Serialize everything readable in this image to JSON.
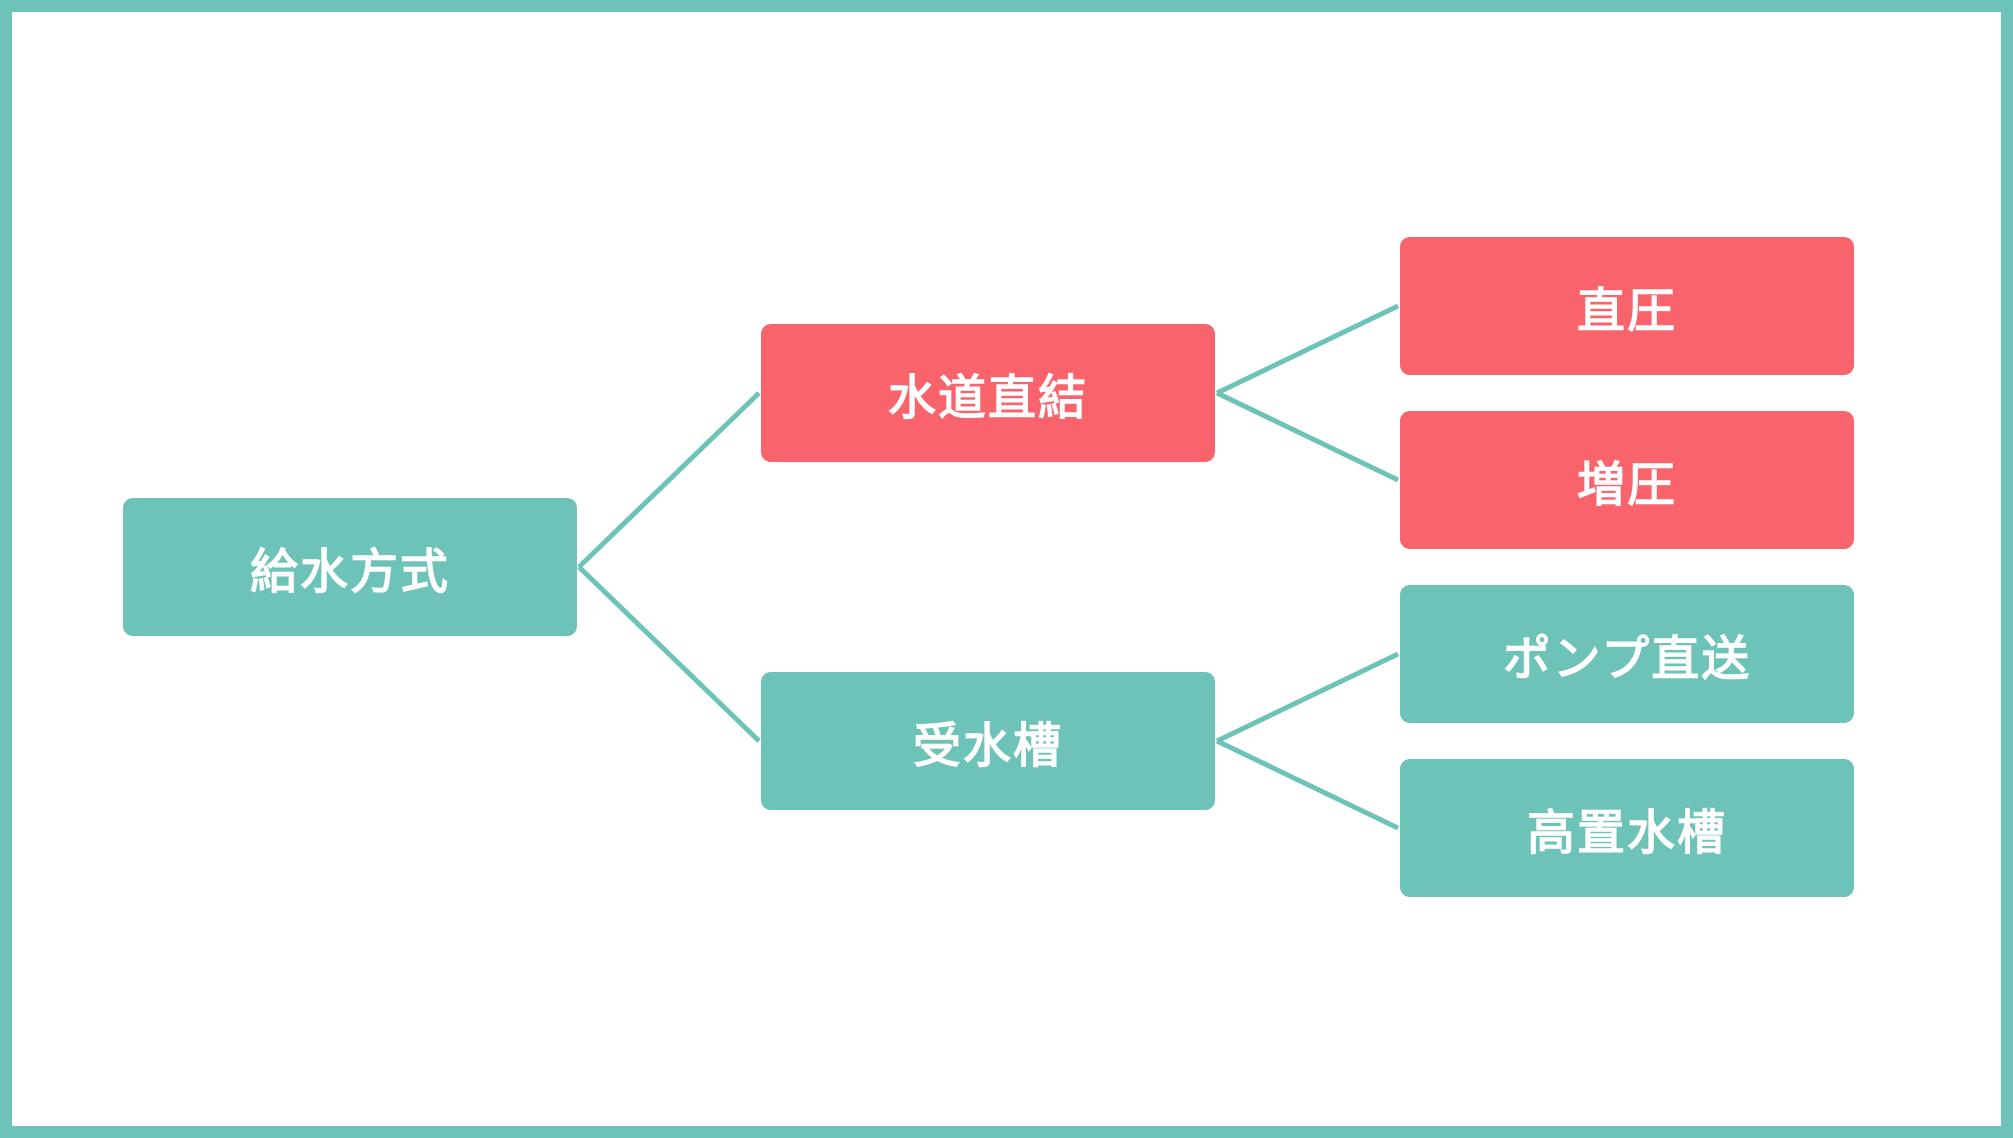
{
  "diagram": {
    "root": {
      "label": "給水方式",
      "color": "#6dc3b8"
    },
    "branches": [
      {
        "label": "水道直結",
        "color": "#f9636c",
        "children": [
          {
            "label": "直圧",
            "color": "#f9636c"
          },
          {
            "label": "増圧",
            "color": "#f9636c"
          }
        ]
      },
      {
        "label": "受水槽",
        "color": "#6dc3b8",
        "children": [
          {
            "label": "ポンプ直送",
            "color": "#6dc3b8"
          },
          {
            "label": "高置水槽",
            "color": "#6dc3b8"
          }
        ]
      }
    ],
    "connector_color": "#6dc3b8",
    "border_color": "#6dc3b8"
  }
}
